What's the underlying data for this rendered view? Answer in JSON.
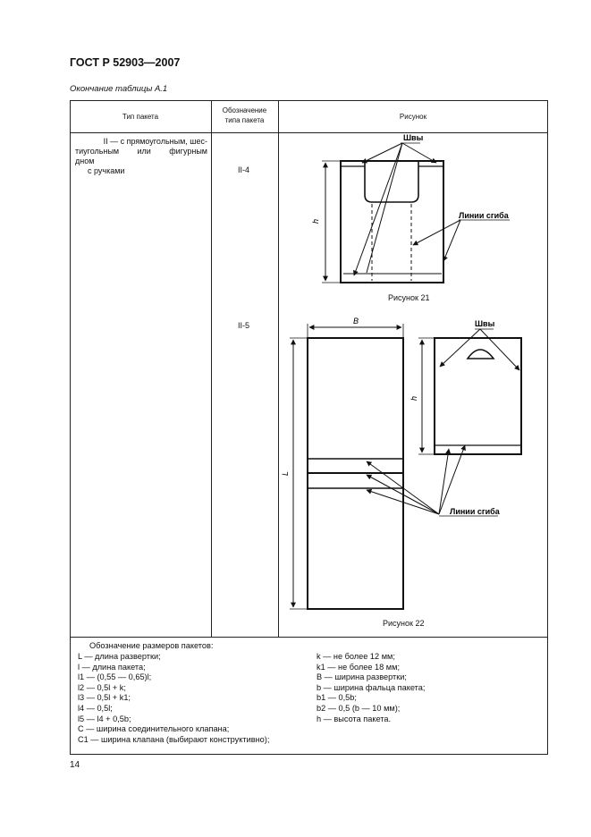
{
  "header": {
    "standard": "ГОСТ Р 52903—2007"
  },
  "caption": "Окончание таблицы А.1",
  "table": {
    "col_type": "Тип пакета",
    "col_code_1": "Обозначение",
    "col_code_2": "типа пакета",
    "col_figure": "Рисунок",
    "type_text": [
      "II — с прямоугольным, шес-",
      "тиугольным или фигурным",
      "дном",
      "с ручками"
    ],
    "codes": [
      "II-4",
      "II-5"
    ]
  },
  "figure21": {
    "caption": "Рисунок 21",
    "label_seams": "Швы",
    "label_fold_lines": "Линии сгиба",
    "dim_h": "h"
  },
  "figure22": {
    "caption": "Рисунок 22",
    "label_seams": "Швы",
    "label_fold_lines": "Линии сгиба",
    "dim_B": "B",
    "dim_L": "L",
    "dim_h": "h"
  },
  "legend": {
    "title": "Обозначение размеров пакетов:",
    "left": [
      "L — длина развертки;",
      "l — длина пакета;",
      "l1 — (0,55 — 0,65)l;",
      "l2 — 0,5l + k;",
      "l3 — 0,5l + k1;",
      "l4 — 0,5l;",
      "l5 — l4 + 0,5b;",
      "C — ширина соединительного клапана;",
      "C1 — ширина клапана (выбирают конструктивно);"
    ],
    "right": [
      "k — не более 12 мм;",
      "k1 — не более 18 мм;",
      "B — ширина развертки;",
      "b — ширина фальца пакета;",
      "b1 — 0,5b;",
      "b2 — 0,5 (b — 10 мм);",
      "h — высота пакета."
    ]
  },
  "page_number": "14"
}
